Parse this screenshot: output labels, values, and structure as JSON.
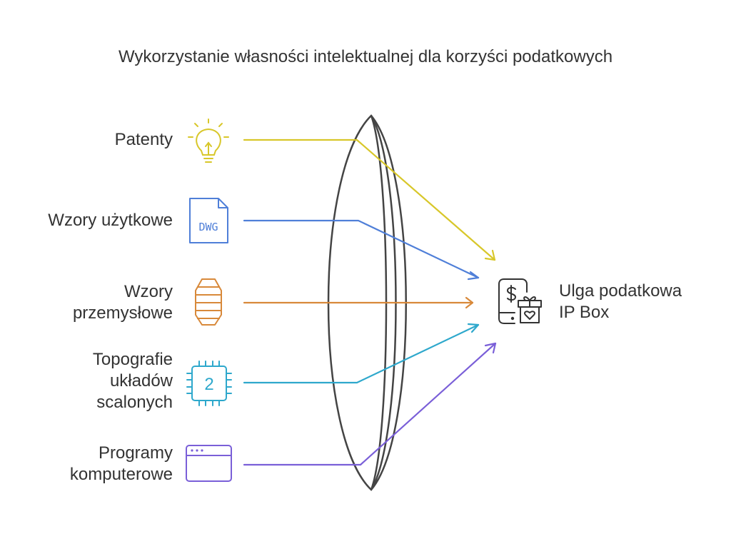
{
  "title": "Wykorzystanie własności intelektualnej dla korzyści podatkowych",
  "sources": [
    {
      "line1": "Patenty",
      "line2": "",
      "line3": "",
      "icon": "lightbulb-icon",
      "color": "#d8c72a"
    },
    {
      "line1": "Wzory użytkowe",
      "line2": "",
      "line3": "",
      "icon": "dwg-file-icon",
      "color": "#4f7fd8",
      "icon_text": "DWG"
    },
    {
      "line1": "Wzory",
      "line2": "przemysłowe",
      "line3": "",
      "icon": "industrial-design-icon",
      "color": "#d8893a"
    },
    {
      "line1": "Topografie",
      "line2": "układów",
      "line3": "scalonych",
      "icon": "chip-icon",
      "color": "#2ea8cc",
      "icon_text": "2"
    },
    {
      "line1": "Programy",
      "line2": "komputerowe",
      "line3": "",
      "icon": "browser-window-icon",
      "color": "#7a5fd8"
    }
  ],
  "target": {
    "line1": "Ulga podatkowa",
    "line2": "IP Box",
    "icon": "phone-dollar-gift-icon",
    "color": "#333333"
  },
  "lens": {
    "stroke": "#444444"
  }
}
